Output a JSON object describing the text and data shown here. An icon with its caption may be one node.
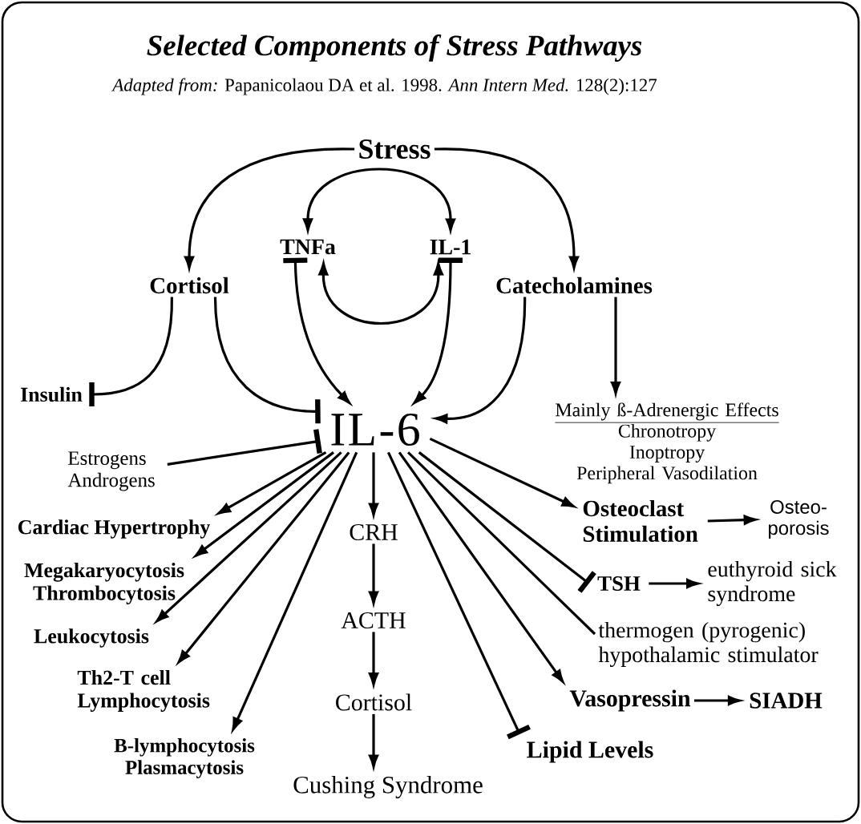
{
  "diagram": {
    "title": "Selected Components of Stress Pathways",
    "caption": "*Adapted from:* Papanicolaou DA et al. 1998. *Ann Intern Med.* 128(2):127",
    "nodes": [
      {
        "text": [
          "Stress"
        ]
      },
      {
        "text": [
          "TNFa"
        ]
      },
      {
        "text": [
          "IL-1"
        ]
      },
      {
        "text": [
          "Cortisol"
        ]
      },
      {
        "text": [
          "Catecholamines"
        ]
      },
      {
        "text": [
          "Insulin"
        ]
      },
      {
        "text": [
          "IL-6"
        ]
      },
      {
        "text": [
          "Estrogens Androgens"
        ]
      },
      {
        "text": [
          "Mainly ß-Adrenergic Effects",
          "Chronotropy",
          "Inoptropy",
          "Peripheral Vasodilation"
        ]
      },
      {
        "text": [
          "Cardiac Hypertrophy"
        ]
      },
      {
        "text": [
          "Megakaryocytosis Thrombocytosis"
        ]
      },
      {
        "text": [
          "Leukocytosis"
        ]
      },
      {
        "text": [
          "Th2-T cell Lymphocytosis"
        ]
      },
      {
        "text": [
          "B-lymphocytosis Plasmacytosis"
        ]
      },
      {
        "text": [
          "CRH"
        ]
      },
      {
        "text": [
          "ACTH"
        ]
      },
      {
        "text": [
          "Cortisol"
        ]
      },
      {
        "text": [
          "Cushing Syndrome"
        ]
      },
      {
        "text": [
          "Lipid Levels"
        ]
      },
      {
        "text": [
          "Vasopressin"
        ]
      },
      {
        "text": [
          "SIADH"
        ]
      },
      {
        "text": [
          "thermogen (pyrogenic) hypothalamic stimulator"
        ]
      },
      {
        "text": [
          "TSH"
        ]
      },
      {
        "text": [
          "euthyroid sick syndrome"
        ]
      },
      {
        "text": [
          "Osteoclast Stimulation"
        ]
      },
      {
        "text": [
          "Osteo- porosis"
        ]
      }
    ],
    "edges": [
      {
        "from": 0,
        "to": 3,
        "arrow": "to"
      },
      {
        "from": 0,
        "to": 4,
        "arrow": "to"
      },
      {
        "from": 1,
        "to": 2,
        "arrow": "both"
      },
      {
        "from": 1,
        "to": 2,
        "arrow": "both"
      },
      {
        "from": 1,
        "to": 6,
        "arrow": "to"
      },
      {
        "from": 2,
        "to": 6,
        "arrow": "to"
      },
      {
        "from": 3,
        "to": 5,
        "arrow": "other"
      },
      {
        "from": 3,
        "to": 6,
        "arrow": "other"
      },
      {
        "from": 4,
        "to": 6,
        "arrow": "to"
      },
      {
        "from": 4,
        "to": 8,
        "arrow": "to"
      },
      {
        "from": 7,
        "to": 6,
        "arrow": "other"
      },
      {
        "from": 6,
        "to": 9,
        "arrow": "to"
      },
      {
        "from": 6,
        "to": 10,
        "arrow": "to"
      },
      {
        "from": 6,
        "to": 11,
        "arrow": "to"
      },
      {
        "from": 6,
        "to": 12,
        "arrow": "to"
      },
      {
        "from": 6,
        "to": 13,
        "arrow": "to"
      },
      {
        "from": 6,
        "to": 14,
        "arrow": "to"
      },
      {
        "from": 14,
        "to": 15,
        "arrow": "to"
      },
      {
        "from": 15,
        "to": 16,
        "arrow": "to"
      },
      {
        "from": 16,
        "to": 17,
        "arrow": "to"
      },
      {
        "from": 6,
        "to": 18,
        "arrow": "other"
      },
      {
        "from": 6,
        "to": 19,
        "arrow": "to"
      },
      {
        "from": 19,
        "to": 20,
        "arrow": "to"
      },
      {
        "from": 6,
        "to": 21,
        "arrow": "none"
      },
      {
        "from": 6,
        "to": 22,
        "arrow": "other"
      },
      {
        "from": 22,
        "to": 23,
        "arrow": "to"
      },
      {
        "from": 6,
        "to": 24,
        "arrow": "to"
      },
      {
        "from": 24,
        "to": 25,
        "arrow": "to"
      }
    ]
  }
}
